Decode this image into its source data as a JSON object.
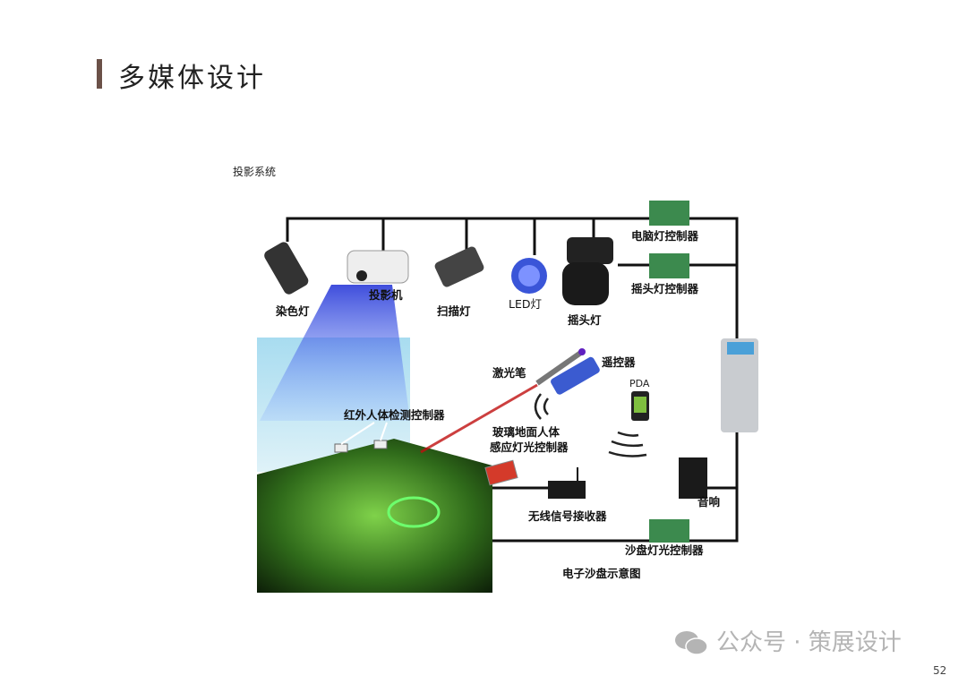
{
  "title": "多媒体设计",
  "diagram": {
    "section_label": "投影系统",
    "caption": "电子沙盘示意图",
    "labels": {
      "dye_light": "染色灯",
      "projector": "投影机",
      "scan_light": "扫描灯",
      "led_light": "LED灯",
      "moving_head": "摇头灯",
      "computer_light_controller": "电脑灯控制器",
      "moving_head_controller": "摇头灯控制器",
      "laser_pointer": "激光笔",
      "remote_control": "遥控器",
      "pda": "PDA",
      "infrared_controller": "红外人体检测控制器",
      "glass_floor_line1": "玻璃地面人体",
      "glass_floor_line2": "感应灯光控制器",
      "wireless_receiver": "无线信号接收器",
      "speaker": "音响",
      "sandtable_light_controller": "沙盘灯光控制器"
    }
  },
  "watermark": "公众号 · 策展设计",
  "page_number": "52"
}
